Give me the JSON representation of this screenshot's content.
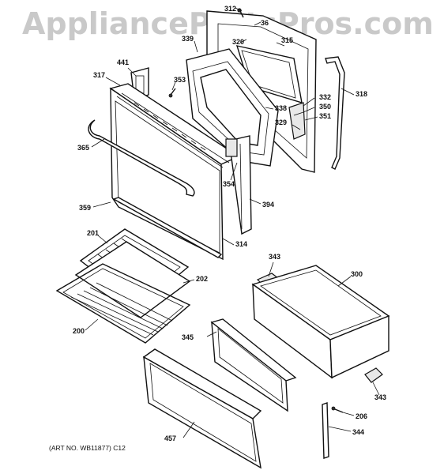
{
  "watermark": "AppliancePartsPros.com",
  "art_number": "(ART NO. WB11877) C12",
  "part_labels": {
    "p312": "312",
    "p36": "36",
    "p320": "320",
    "p339": "339",
    "p315": "315",
    "p441": "441",
    "p317": "317",
    "p353": "353",
    "p318": "318",
    "p332": "332",
    "p350": "350",
    "p351": "351",
    "p338": "338",
    "p329": "329",
    "p365": "365",
    "p354": "354",
    "p394": "394",
    "p359": "359",
    "p201": "201",
    "p314": "314",
    "p343a": "343",
    "p300": "300",
    "p202": "202",
    "p200": "200",
    "p345": "345",
    "p343b": "343",
    "p206": "206",
    "p457": "457",
    "p344": "344"
  }
}
